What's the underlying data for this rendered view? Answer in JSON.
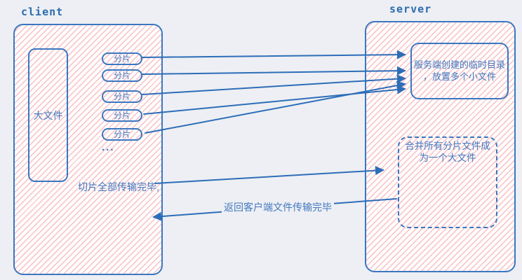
{
  "labels": {
    "client": "client",
    "server": "server"
  },
  "client": {
    "big_file_label": "大文件",
    "chunks": [
      "分片",
      "分片",
      "分片",
      "分片",
      "分片"
    ],
    "ellipsis": "...",
    "slices_done_text": "切片全部传输完毕,"
  },
  "server": {
    "temp_dir_lines": [
      "服务端创建的临时目录",
      "，放置多个小文件"
    ],
    "merge_lines": [
      "合并所有分片文件成",
      "为一个大文件"
    ]
  },
  "messages": {
    "return_complete": "返回客户端文件传输完毕"
  },
  "colors": {
    "page_background": "#edeff4",
    "box_border": "#3a77c1",
    "arrow": "#2d6db8",
    "diagram_text": "#4479bf",
    "system_label": "#2c6cad",
    "hatch_stripe": "#f0949e"
  }
}
